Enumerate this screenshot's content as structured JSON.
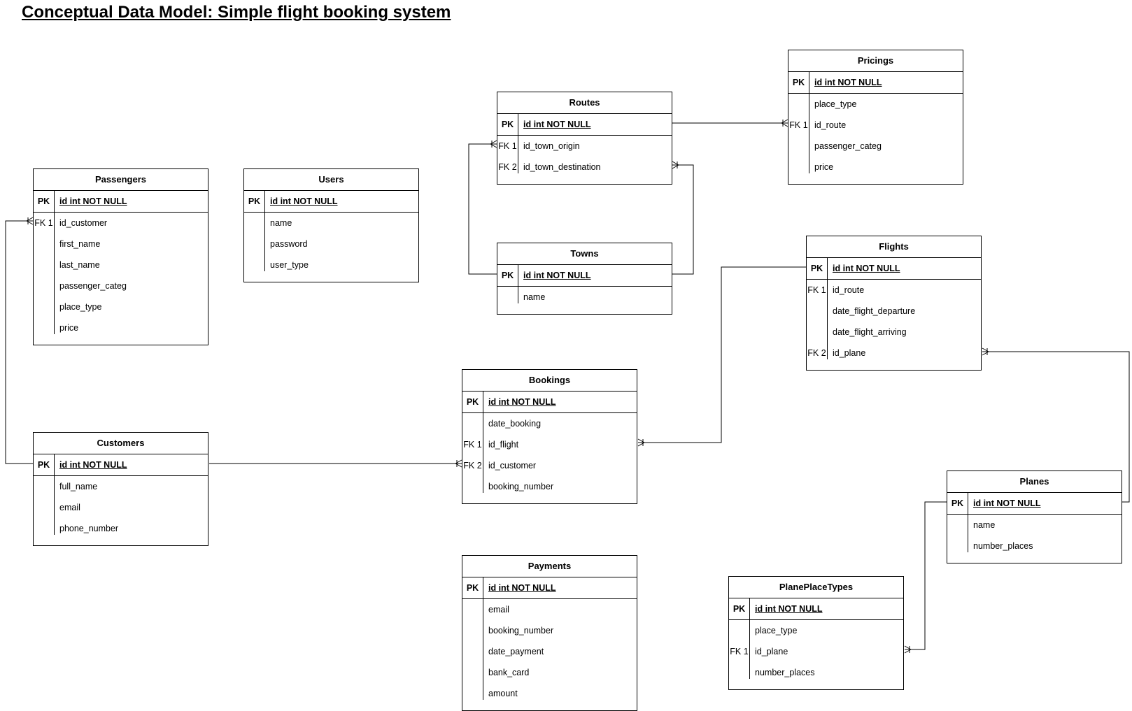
{
  "title": "Conceptual Data Model: Simple flight booking system",
  "entities": {
    "passengers": {
      "name": "Passengers",
      "rows": [
        {
          "key": "PK",
          "field": "id int NOT NULL"
        },
        {
          "key": "FK 1",
          "field": "id_customer"
        },
        {
          "key": "",
          "field": "first_name"
        },
        {
          "key": "",
          "field": "last_name"
        },
        {
          "key": "",
          "field": "passenger_categ"
        },
        {
          "key": "",
          "field": "place_type"
        },
        {
          "key": "",
          "field": "price"
        }
      ]
    },
    "users": {
      "name": "Users",
      "rows": [
        {
          "key": "PK",
          "field": "id int NOT NULL"
        },
        {
          "key": "",
          "field": "name"
        },
        {
          "key": "",
          "field": "password"
        },
        {
          "key": "",
          "field": "user_type"
        }
      ]
    },
    "routes": {
      "name": "Routes",
      "rows": [
        {
          "key": "PK",
          "field": "id int NOT NULL"
        },
        {
          "key": "FK 1",
          "field": "id_town_origin"
        },
        {
          "key": "FK 2",
          "field": "id_town_destination"
        }
      ]
    },
    "pricings": {
      "name": "Pricings",
      "rows": [
        {
          "key": "PK",
          "field": "id int NOT NULL"
        },
        {
          "key": "",
          "field": "place_type"
        },
        {
          "key": "FK 1",
          "field": "id_route"
        },
        {
          "key": "",
          "field": "passenger_categ"
        },
        {
          "key": "",
          "field": "price"
        }
      ]
    },
    "towns": {
      "name": "Towns",
      "rows": [
        {
          "key": "PK",
          "field": "id int NOT NULL"
        },
        {
          "key": "",
          "field": "name"
        }
      ]
    },
    "flights": {
      "name": "Flights",
      "rows": [
        {
          "key": "PK",
          "field": "id int NOT NULL"
        },
        {
          "key": "FK 1",
          "field": "id_route"
        },
        {
          "key": "",
          "field": "date_flight_departure"
        },
        {
          "key": "",
          "field": "date_flight_arriving"
        },
        {
          "key": "FK 2",
          "field": "id_plane"
        }
      ]
    },
    "bookings": {
      "name": "Bookings",
      "rows": [
        {
          "key": "PK",
          "field": "id int NOT NULL"
        },
        {
          "key": "",
          "field": "date_booking"
        },
        {
          "key": "FK 1",
          "field": "id_flight"
        },
        {
          "key": "FK 2",
          "field": "id_customer"
        },
        {
          "key": "",
          "field": "booking_number"
        }
      ]
    },
    "customers": {
      "name": "Customers",
      "rows": [
        {
          "key": "PK",
          "field": "id int NOT NULL"
        },
        {
          "key": "",
          "field": "full_name"
        },
        {
          "key": "",
          "field": "email"
        },
        {
          "key": "",
          "field": "phone_number"
        }
      ]
    },
    "planes": {
      "name": "Planes",
      "rows": [
        {
          "key": "PK",
          "field": "id int NOT NULL"
        },
        {
          "key": "",
          "field": "name"
        },
        {
          "key": "",
          "field": "number_places"
        }
      ]
    },
    "payments": {
      "name": "Payments",
      "rows": [
        {
          "key": "PK",
          "field": "id int NOT NULL"
        },
        {
          "key": "",
          "field": "email"
        },
        {
          "key": "",
          "field": "booking_number"
        },
        {
          "key": "",
          "field": "date_payment"
        },
        {
          "key": "",
          "field": "bank_card"
        },
        {
          "key": "",
          "field": "amount"
        }
      ]
    },
    "planeplacetypes": {
      "name": "PlanePlaceTypes",
      "rows": [
        {
          "key": "PK",
          "field": "id int NOT NULL"
        },
        {
          "key": "",
          "field": "place_type"
        },
        {
          "key": "FK 1",
          "field": "id_plane"
        },
        {
          "key": "",
          "field": "number_places"
        }
      ]
    }
  }
}
